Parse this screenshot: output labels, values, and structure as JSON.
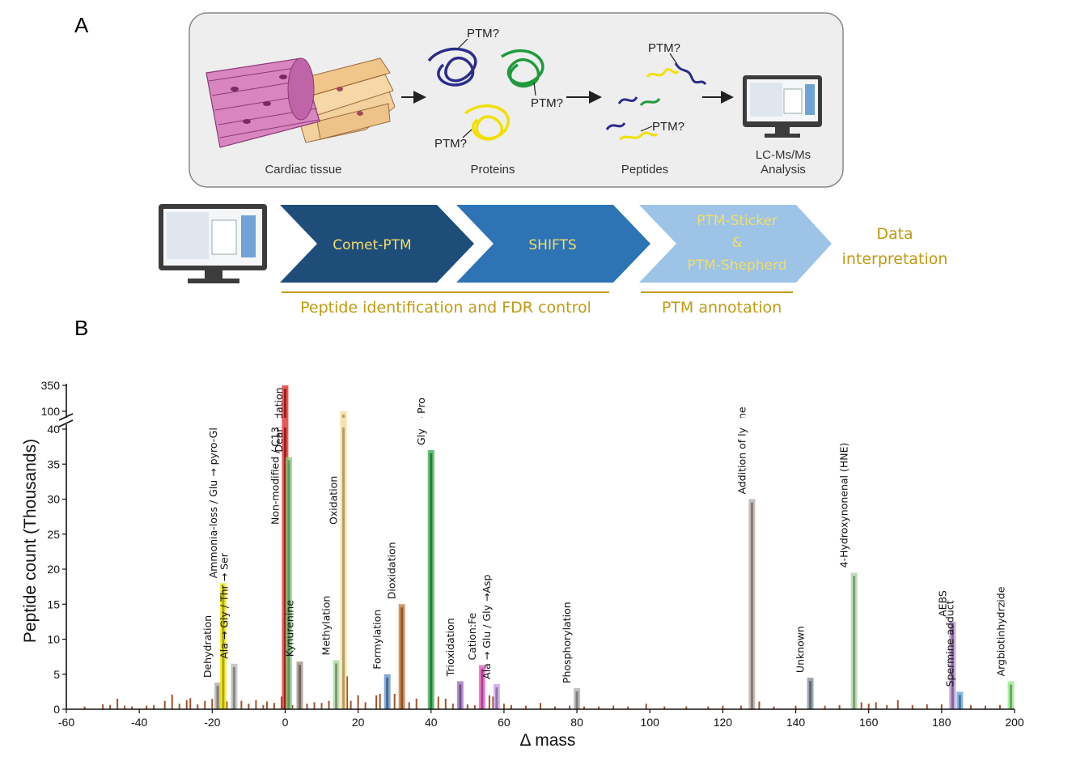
{
  "panel_a": {
    "letter": "A",
    "tissue_label": "Cardiac tissue",
    "proteins_label": "Proteins",
    "peptides_label": "Peptides",
    "lcms_label_line1": "LC-Ms/Ms",
    "lcms_label_line2": "Analysis",
    "ptm_tag": "PTM?",
    "pipeline": {
      "step1": "Comet-PTM",
      "step2": "SHIFTS",
      "step3_line1": "PTM-Sticker",
      "step3_line2": "&",
      "step3_line3": "PTM-Shepherd",
      "step4_line1": "Data",
      "step4_line2": "interpretation",
      "bracket1": "Peptide identification and FDR control",
      "bracket2": "PTM annotation"
    }
  },
  "panel_b": {
    "letter": "B"
  },
  "chart_data": {
    "type": "bar",
    "xlabel": "Δ mass",
    "ylabel": "Peptide count (Thousands)",
    "xlim": [
      -60,
      200
    ],
    "x_ticks": [
      -60,
      -40,
      -20,
      0,
      20,
      40,
      60,
      80,
      100,
      120,
      140,
      160,
      180,
      200
    ],
    "y_ticks": [
      0,
      5,
      10,
      15,
      20,
      25,
      30,
      35,
      40
    ],
    "y_break_ticks": [
      100,
      350
    ],
    "y_axis_break": "between 40 and 100",
    "highlighted_bars": [
      {
        "x": -18.5,
        "value": 3.8,
        "label": "Dehydration",
        "color": "#a9a9a9"
      },
      {
        "x": -17,
        "value": 18,
        "label": "Ammonia-loss / Glu → pyro-Glu",
        "color": "#f2e600"
      },
      {
        "x": -14,
        "value": 6.5,
        "label": "Ala → Gly / Thr → Ser",
        "color": "#b5b5b5"
      },
      {
        "x": 0,
        "value": 350,
        "label": "Non-modified / C13",
        "color": "#e02020"
      },
      {
        "x": 1,
        "value": 36,
        "label": "Deamidation",
        "color": "#7fd07f"
      },
      {
        "x": 4,
        "value": 6.8,
        "label": "Kynurenine",
        "color": "#9a8a80"
      },
      {
        "x": 14,
        "value": 7,
        "label": "Methylation",
        "color": "#a6d49a"
      },
      {
        "x": 16,
        "value": 100,
        "label": "Oxidation",
        "color": "#f7d78a"
      },
      {
        "x": 28,
        "value": 5,
        "label": "Formylation",
        "color": "#5b8ec9"
      },
      {
        "x": 32,
        "value": 15,
        "label": "Dioxidation",
        "color": "#c8702e"
      },
      {
        "x": 40,
        "value": 37,
        "label": "Gly → Pro",
        "color": "#2ea84a"
      },
      {
        "x": 48,
        "value": 4,
        "label": "Trioxidation",
        "color": "#9b6bbf"
      },
      {
        "x": 54,
        "value": 6.3,
        "label": "Cation:Fe",
        "color": "#ea54c2"
      },
      {
        "x": 58,
        "value": 3.6,
        "label": "Ala → Glu / Gly →Asp",
        "color": "#c89be6"
      },
      {
        "x": 80,
        "value": 3,
        "label": "Phosphorylation",
        "color": "#a9a9a9"
      },
      {
        "x": 128,
        "value": 30,
        "label": "Addition of lysine",
        "color": "#b3a6a0"
      },
      {
        "x": 144,
        "value": 4.5,
        "label": "Unknown",
        "color": "#7f8c9a"
      },
      {
        "x": 156,
        "value": 19.5,
        "label": "4-Hydroxynonenal (HNE)",
        "color": "#a9d6a0"
      },
      {
        "x": 183,
        "value": 12.5,
        "label": "AEBS",
        "color": "#b389cc"
      },
      {
        "x": 185,
        "value": 2.5,
        "label": "Spermine adduct",
        "color": "#5fa0d8"
      },
      {
        "x": 199,
        "value": 4,
        "label": "Argbiotinhydrzide",
        "color": "#8eea7e"
      }
    ],
    "background_bars": [
      {
        "x": -55,
        "value": 0.4
      },
      {
        "x": -50,
        "value": 0.7
      },
      {
        "x": -48,
        "value": 0.6
      },
      {
        "x": -46,
        "value": 1.5
      },
      {
        "x": -44,
        "value": 0.5
      },
      {
        "x": -42,
        "value": 0.4
      },
      {
        "x": -38,
        "value": 0.5
      },
      {
        "x": -36,
        "value": 0.6
      },
      {
        "x": -33,
        "value": 1.2
      },
      {
        "x": -31,
        "value": 2.1
      },
      {
        "x": -29,
        "value": 0.8
      },
      {
        "x": -27,
        "value": 1.3
      },
      {
        "x": -26,
        "value": 1.6
      },
      {
        "x": -24,
        "value": 0.7
      },
      {
        "x": -22,
        "value": 1.2
      },
      {
        "x": -20,
        "value": 1.5
      },
      {
        "x": -16,
        "value": 1.1
      },
      {
        "x": -12,
        "value": 1.2
      },
      {
        "x": -10,
        "value": 0.8
      },
      {
        "x": -8,
        "value": 1.3
      },
      {
        "x": -6,
        "value": 0.6
      },
      {
        "x": -5,
        "value": 1.1
      },
      {
        "x": -3,
        "value": 0.9
      },
      {
        "x": -1,
        "value": 1.8
      },
      {
        "x": 2,
        "value": 0.6
      },
      {
        "x": 6,
        "value": 0.8
      },
      {
        "x": 8,
        "value": 1.0
      },
      {
        "x": 10,
        "value": 0.9
      },
      {
        "x": 12,
        "value": 1.2
      },
      {
        "x": 17,
        "value": 4.7
      },
      {
        "x": 18,
        "value": 1.2
      },
      {
        "x": 20,
        "value": 2.0
      },
      {
        "x": 22,
        "value": 1.0
      },
      {
        "x": 25,
        "value": 2.0
      },
      {
        "x": 26,
        "value": 2.2
      },
      {
        "x": 30,
        "value": 2.2
      },
      {
        "x": 34,
        "value": 1.0
      },
      {
        "x": 36,
        "value": 1.5
      },
      {
        "x": 42,
        "value": 1.8
      },
      {
        "x": 44,
        "value": 1.5
      },
      {
        "x": 46,
        "value": 0.8
      },
      {
        "x": 50,
        "value": 0.7
      },
      {
        "x": 52,
        "value": 0.6
      },
      {
        "x": 56,
        "value": 2.0
      },
      {
        "x": 57,
        "value": 1.8
      },
      {
        "x": 60,
        "value": 0.8
      },
      {
        "x": 62,
        "value": 0.6
      },
      {
        "x": 66,
        "value": 0.5
      },
      {
        "x": 70,
        "value": 0.9
      },
      {
        "x": 74,
        "value": 0.4
      },
      {
        "x": 78,
        "value": 0.5
      },
      {
        "x": 82,
        "value": 0.4
      },
      {
        "x": 86,
        "value": 0.4
      },
      {
        "x": 90,
        "value": 0.5
      },
      {
        "x": 94,
        "value": 0.4
      },
      {
        "x": 99,
        "value": 0.8
      },
      {
        "x": 104,
        "value": 0.4
      },
      {
        "x": 110,
        "value": 0.4
      },
      {
        "x": 116,
        "value": 0.4
      },
      {
        "x": 120,
        "value": 0.5
      },
      {
        "x": 125,
        "value": 0.5
      },
      {
        "x": 130,
        "value": 1.1
      },
      {
        "x": 134,
        "value": 0.4
      },
      {
        "x": 140,
        "value": 0.5
      },
      {
        "x": 148,
        "value": 0.5
      },
      {
        "x": 152,
        "value": 0.6
      },
      {
        "x": 158,
        "value": 1.0
      },
      {
        "x": 160,
        "value": 0.8
      },
      {
        "x": 162,
        "value": 1.0
      },
      {
        "x": 165,
        "value": 0.6
      },
      {
        "x": 168,
        "value": 1.3
      },
      {
        "x": 172,
        "value": 0.6
      },
      {
        "x": 176,
        "value": 0.7
      },
      {
        "x": 180,
        "value": 0.7
      },
      {
        "x": 188,
        "value": 0.6
      },
      {
        "x": 192,
        "value": 0.5
      },
      {
        "x": 196,
        "value": 0.6
      }
    ]
  },
  "colors": {
    "chevron_dark": "#1f4d7a",
    "chevron_mid": "#2e74b5",
    "chevron_light": "#9dc3e6",
    "gold_text": "#c09a12",
    "background_bar": "#a0522d"
  }
}
